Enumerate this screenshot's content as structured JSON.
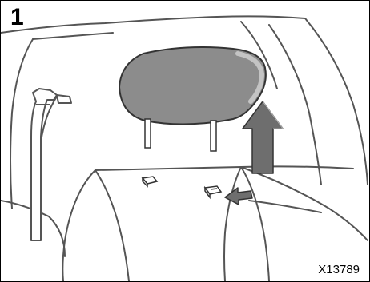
{
  "illustration": {
    "step_number": "1",
    "figure_code": "X13789",
    "colors": {
      "line": "#555555",
      "headrest_fill": "#8c8c8c",
      "headrest_highlight": "#bdbdbd",
      "arrow_fill": "#6e6e6e",
      "background": "#ffffff"
    },
    "icons": [
      "headrest",
      "seatbelt",
      "release-button",
      "up-arrow",
      "push-arrow"
    ]
  }
}
